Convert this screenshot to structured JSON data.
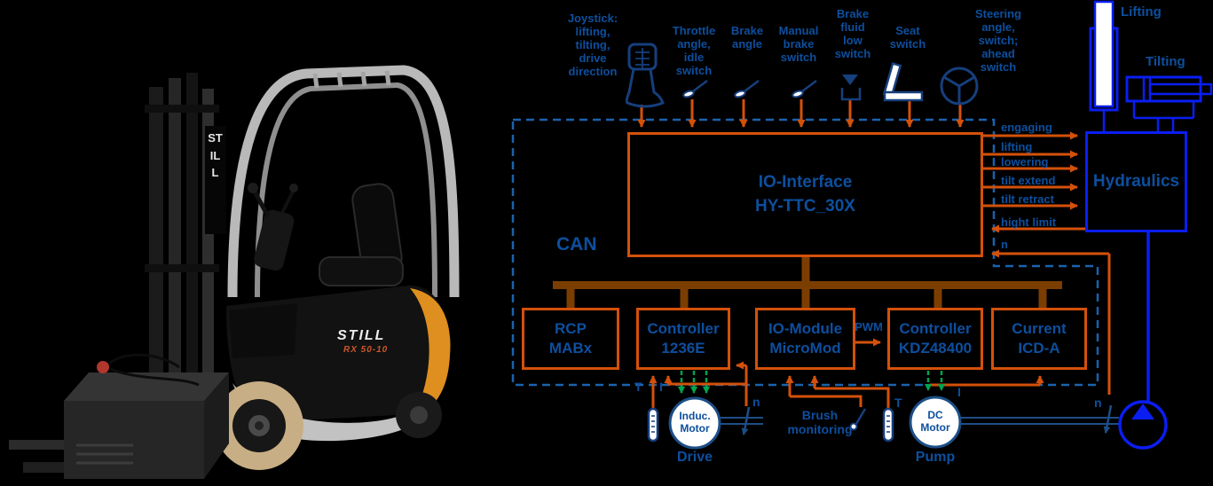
{
  "colors": {
    "background": "#000000",
    "label_navy": "#0d4f9e",
    "line_orange": "#d4510a",
    "can_brown": "#7b3e00",
    "phase_green": "#00a54d",
    "hydraulic_blue": "#0a1ef2",
    "boundary_dash_blue": "#1a63ad",
    "forklift_orange": "#de8f1f"
  },
  "sensors": {
    "joystick": "Joystick:\nlifting,\ntilting,\ndrive\ndirection",
    "throttle": "Throttle\nangle,\nidle\nswitch",
    "brake": "Brake\nangle",
    "manual_brake": "Manual\nbrake\nswitch",
    "brake_fluid": "Brake\nfluid\nlow\nswitch",
    "seat": "Seat\nswitch",
    "steering": "Steering\nangle,\nswitch;\nahead\nswitch"
  },
  "bus": {
    "label": "CAN"
  },
  "boxes": {
    "io_interface": "IO-Interface\nHY-TTC_30X",
    "rcp": "RCP\nMABx",
    "controller_drive": "Controller\n1236E",
    "io_module": "IO-Module\nMicroMod",
    "controller_pump": "Controller\nKDZ48400",
    "current": "Current\nICD-A",
    "hydraulics": "Hydraulics"
  },
  "signals": {
    "engaging": "engaging",
    "lifting": "lifting",
    "lowering": "lowering",
    "tilt_extend": "tilt extend",
    "tilt_retract": "tilt retract",
    "hight_limit": "hight limit",
    "n": "n",
    "pwm": "PWM"
  },
  "actuators": {
    "lifting": "Lifting",
    "tilting": "Tilting"
  },
  "drive": {
    "motor": "Induc.\nMotor",
    "label": "Drive",
    "t": "T",
    "i": "I",
    "n": "n"
  },
  "pump": {
    "motor": "DC\nMotor",
    "label": "Pump",
    "t": "T",
    "i": "I",
    "n": "n",
    "brush": "Brush\nmonitoring"
  },
  "forklift": {
    "mast_brand": "STILL",
    "brand": "STILL",
    "model": "RX 50-10"
  }
}
